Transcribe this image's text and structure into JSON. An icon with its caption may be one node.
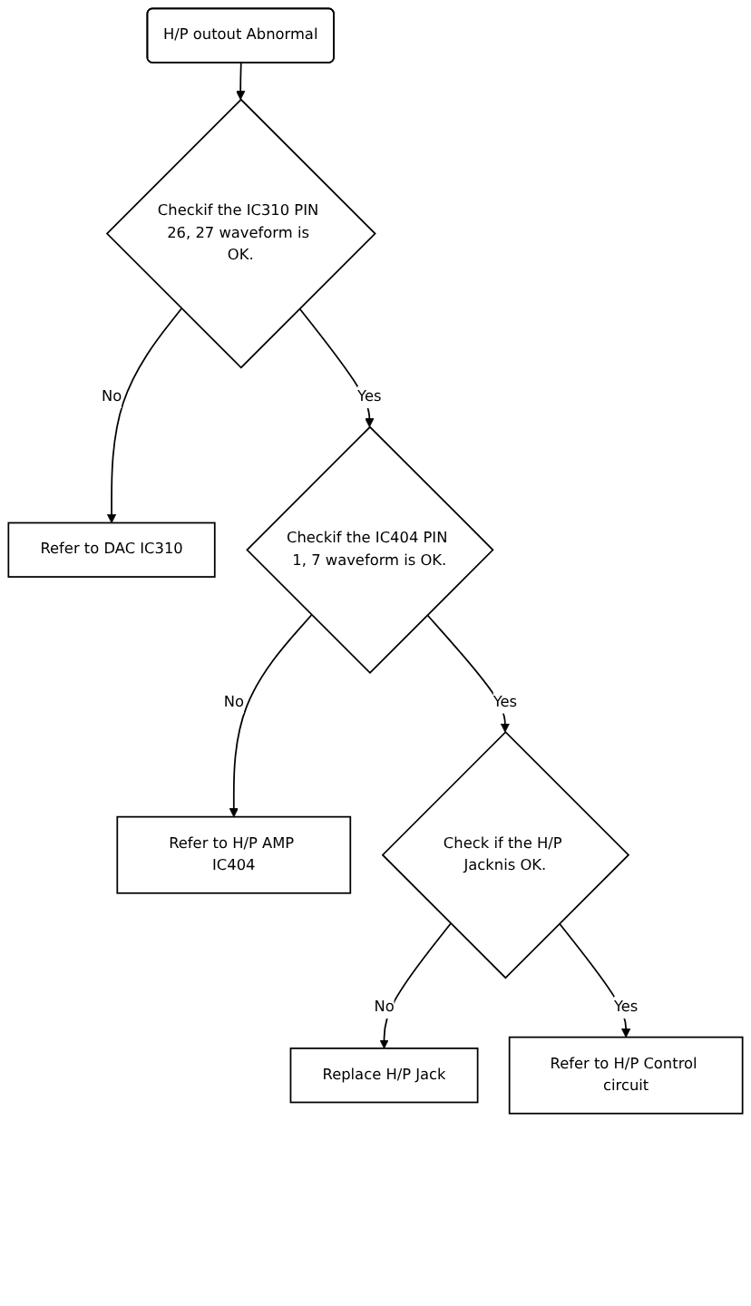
{
  "diagram": {
    "nodes": [
      {
        "text": [
          "H/P outout Abnormal"
        ]
      },
      {
        "text": [
          "Checkif the IC310 PIN 26, 27 waveform is OK."
        ]
      },
      {
        "text": [
          "Refer to DAC IC310"
        ]
      },
      {
        "text": [
          "Checkif the IC404 PIN 1, 7 waveform is OK."
        ]
      },
      {
        "text": [
          "Refer to H/P AMP IC404"
        ]
      },
      {
        "text": [
          "Check if the H/P Jacknis OK."
        ]
      },
      {
        "text": [
          "Replace H/P Jack"
        ]
      },
      {
        "text": [
          "Refer to H/P Control circuit"
        ]
      }
    ],
    "edges": [
      {
        "from": 0,
        "to": 1,
        "arrow": "to"
      },
      {
        "from": 1,
        "to": 2,
        "label": "No",
        "arrow": "to"
      },
      {
        "from": 1,
        "to": 3,
        "label": "Yes",
        "arrow": "to"
      },
      {
        "from": 3,
        "to": 4,
        "label": "No",
        "arrow": "to"
      },
      {
        "from": 3,
        "to": 5,
        "label": "Yes",
        "arrow": "to"
      },
      {
        "from": 5,
        "to": 6,
        "label": "No",
        "arrow": "to"
      },
      {
        "from": 5,
        "to": 7,
        "label": "Yes",
        "arrow": "to"
      }
    ]
  }
}
